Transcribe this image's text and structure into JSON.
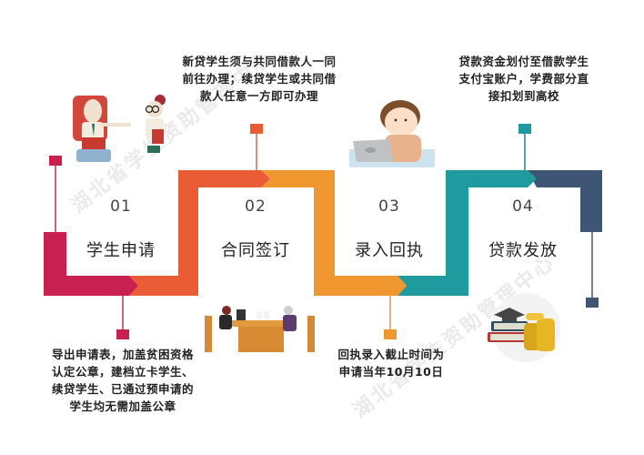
{
  "diagram": {
    "type": "process-flow",
    "colors": {
      "step1": "#c8204f",
      "step2": "#e95c35",
      "step3": "#f0982f",
      "step4": "#1f9a9e",
      "step5": "#3e5576"
    },
    "steps": [
      {
        "number": "01",
        "title": "学生申请",
        "note_lines": [
          "导出申请表，加盖贫困资格",
          "认定公章，建档立卡学生、",
          "续贷学生、已通过预申请的",
          "学生均无需加盖公章"
        ],
        "illustration": "student-handing-document-to-officer"
      },
      {
        "number": "02",
        "title": "合同签订",
        "note_lines": [
          "新贷学生须与共同借款人一同",
          "前往办理；续贷学生或共同借",
          "款人任意一方即可办理"
        ],
        "illustration": "two-people-signing-at-table"
      },
      {
        "number": "03",
        "title": "录入回执",
        "note_lines": [
          "回执录入截止时间为",
          "申请当年10月10日"
        ],
        "illustration": "person-typing-on-laptop"
      },
      {
        "number": "04",
        "title": "贷款发放",
        "note_lines": [
          "贷款资金划付至借款学生",
          "支付宝账户，学费部分直",
          "接扣划到高校"
        ],
        "illustration": "books-graduation-cap-and-coins"
      }
    ],
    "watermarks": [
      "湖北省学生资助管理中心",
      "湖北省学生资助管理中心"
    ]
  }
}
